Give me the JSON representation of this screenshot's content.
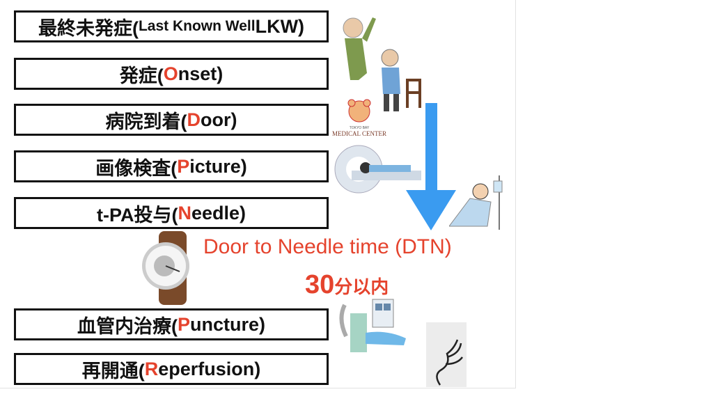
{
  "steps": [
    {
      "jp": "最終未発症(",
      "key": "",
      "rest": "Last Known Well ",
      "tail": "LKW)"
    },
    {
      "jp": "発症(",
      "key": "O",
      "rest": "nset)"
    },
    {
      "jp": "病院到着(",
      "key": "D",
      "rest": "oor)"
    },
    {
      "jp": "画像検査(",
      "key": "P",
      "rest": "icture)"
    },
    {
      "jp": "t-PA投与(",
      "key": "N",
      "rest": "eedle)"
    },
    {
      "jp": "血管内治療(",
      "key": "P",
      "rest": "uncture)"
    },
    {
      "jp": "再開通(",
      "key": "R",
      "rest": "eperfusion)"
    }
  ],
  "dtn": {
    "label": "Door to Needle time (DTN)",
    "number": "30",
    "unit": "分以内"
  },
  "hospital_logo": {
    "line1": "TOKYO BAY",
    "line2": "MEDICAL CENTER"
  },
  "colors": {
    "accent": "#e5432d",
    "arrow": "#3a9bf0"
  }
}
